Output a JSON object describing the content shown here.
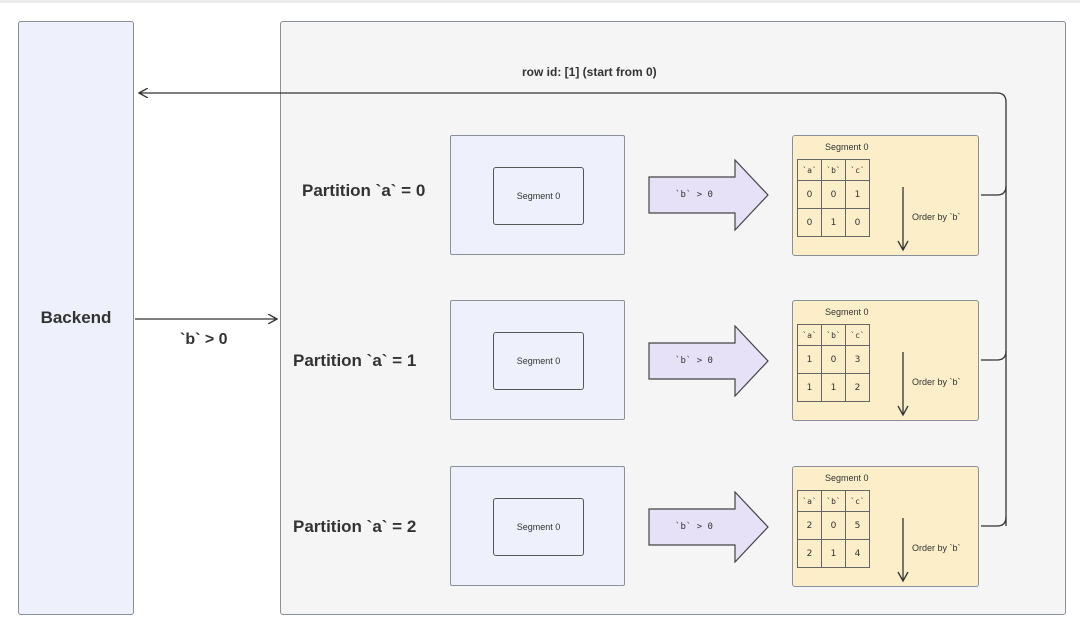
{
  "backend": {
    "label": "Backend"
  },
  "filter_label": "`b` > 0",
  "row_id_label": "row id: [1]  (start from 0)",
  "partitions": [
    {
      "label": "Partition `a` = 0",
      "segment_label": "Segment 0",
      "filter_label": "`b` > 0",
      "output": {
        "title": "Segment 0",
        "columns": [
          "`a`",
          "`b`",
          "`c`"
        ],
        "rows": [
          [
            "0",
            "0",
            "1"
          ],
          [
            "0",
            "1",
            "0"
          ]
        ],
        "order_label": "Order by `b`"
      }
    },
    {
      "label": "Partition `a` = 1",
      "segment_label": "Segment 0",
      "filter_label": "`b` > 0",
      "output": {
        "title": "Segment 0",
        "columns": [
          "`a`",
          "`b`",
          "`c`"
        ],
        "rows": [
          [
            "1",
            "0",
            "3"
          ],
          [
            "1",
            "1",
            "2"
          ]
        ],
        "order_label": "Order by `b`"
      }
    },
    {
      "label": "Partition `a` = 2",
      "segment_label": "Segment 0",
      "filter_label": "`b` > 0",
      "output": {
        "title": "Segment 0",
        "columns": [
          "`a`",
          "`b`",
          "`c`"
        ],
        "rows": [
          [
            "2",
            "0",
            "5"
          ],
          [
            "2",
            "1",
            "4"
          ]
        ],
        "order_label": "Order by `b`"
      }
    }
  ],
  "colors": {
    "backend_fill": "#eef1fb",
    "partition_fill": "#eef1fb",
    "arrow_fill": "#e6e1f7",
    "output_fill": "#fbeec8",
    "outer_fill": "#f5f5f5"
  }
}
